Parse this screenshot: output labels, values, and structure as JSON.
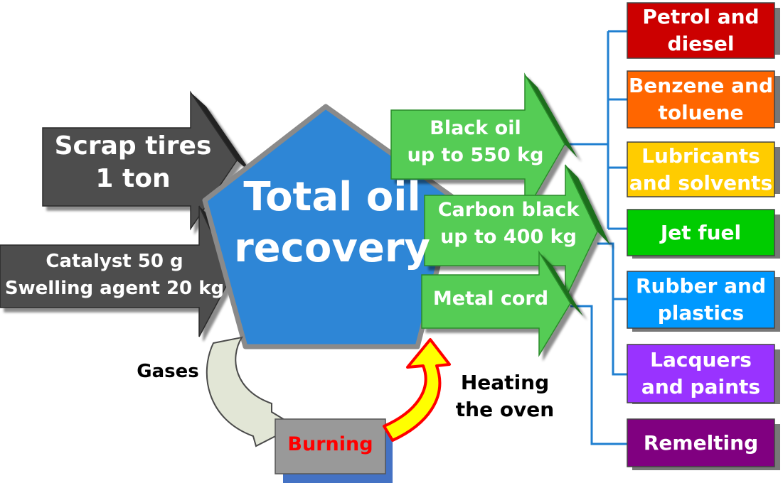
{
  "inputs": {
    "scrap_line1": "Scrap tires",
    "scrap_line2": "1 ton",
    "catalyst_line1": "Catalyst 50 g",
    "catalyst_line2": "Swelling agent 20 kg"
  },
  "center": {
    "line1": "Total oil",
    "line2": "recovery"
  },
  "products": {
    "black_oil_line1": "Black oil",
    "black_oil_line2": "up to 550 kg",
    "carbon_black_line1": "Carbon black",
    "carbon_black_line2": "up to 400 kg",
    "metal_cord": "Metal cord"
  },
  "cycle": {
    "gases": "Gases",
    "burning": "Burning",
    "heating_line1": "Heating",
    "heating_line2": "the oven"
  },
  "uses": [
    {
      "line1": "Petrol and",
      "line2": "diesel",
      "color": "#cc0000"
    },
    {
      "line1": "Benzene and",
      "line2": "toluene",
      "color": "#ff6600"
    },
    {
      "line1": "Lubricants",
      "line2": "and solvents",
      "color": "#ffcc00"
    },
    {
      "line1": "Jet fuel",
      "line2": "",
      "color": "#00cc00"
    },
    {
      "line1": "Rubber and",
      "line2": "plastics",
      "color": "#0099ff"
    },
    {
      "line1": "Lacquers",
      "line2": "and paints",
      "color": "#9933ff"
    },
    {
      "line1": "Remelting",
      "line2": "",
      "color": "#800080"
    }
  ],
  "colors": {
    "input_arrow": "#4d4d4d",
    "center": "#2e86d6",
    "product_arrow": "#55cc55",
    "connector": "#1f7fd0",
    "burning_text": "#ff0000",
    "heating_arrow": "#ffff00"
  }
}
